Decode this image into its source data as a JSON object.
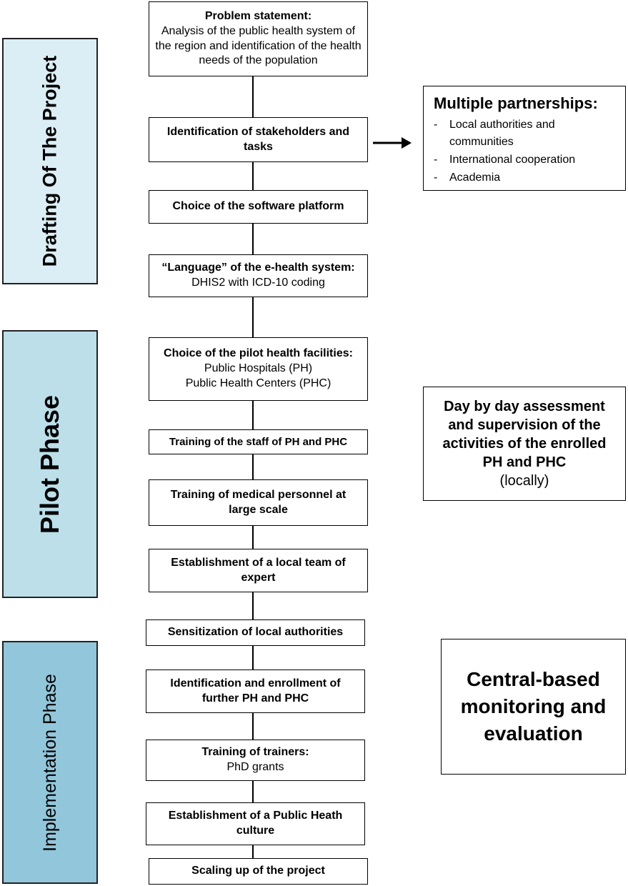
{
  "phases": [
    {
      "id": "drafting",
      "label": "Drafting Of The Project",
      "color": "#DCEEF5"
    },
    {
      "id": "pilot",
      "label": "Pilot Phase",
      "color": "#BCDFEA"
    },
    {
      "id": "implementation",
      "label": "Implementation Phase",
      "color": "#92C6DA"
    }
  ],
  "steps": [
    {
      "title": "Problem statement:",
      "sub": "Analysis of the public health system of the region and identification of the health needs of the population"
    },
    {
      "title": "Identification of stakeholders and tasks",
      "sub": ""
    },
    {
      "title": "Choice of the software platform",
      "sub": ""
    },
    {
      "title": "“Language” of the e-health system:",
      "sub": "DHIS2 with ICD-10 coding"
    },
    {
      "title": "Choice of the pilot health facilities:",
      "sub": "Public Hospitals (PH)",
      "sub2": "Public Health Centers (PHC)"
    },
    {
      "title": "Training of the staff of PH and PHC",
      "sub": ""
    },
    {
      "title": "Training of medical personnel at large scale",
      "sub": ""
    },
    {
      "title": "Establishment of a local team of expert",
      "sub": ""
    },
    {
      "title": "Sensitization of local authorities",
      "sub": ""
    },
    {
      "title": "Identification and enrollment of further PH and PHC",
      "sub": ""
    },
    {
      "title": "Training of trainers:",
      "sub": "PhD grants"
    },
    {
      "title": "Establishment of a Public Heath culture",
      "sub": ""
    },
    {
      "title": "Scaling up of the project",
      "sub": ""
    }
  ],
  "partnerships": {
    "title": "Multiple partnerships:",
    "items": [
      "Local authorities and communities",
      "International cooperation",
      "Academia"
    ],
    "bullet": "-"
  },
  "assessment": {
    "title": "Day by day assessment and supervision of the activities of the enrolled PH and PHC",
    "sub": "(locally)"
  },
  "monitoring": {
    "title": "Central-based monitoring and evaluation"
  }
}
